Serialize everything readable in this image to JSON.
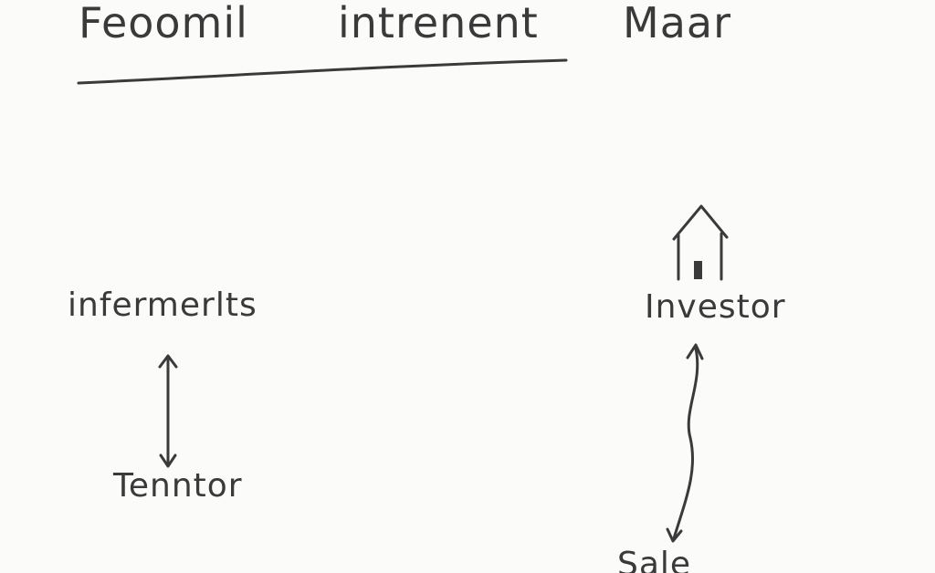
{
  "title": {
    "words": [
      "Feoomil",
      "intrenent",
      "Maar"
    ]
  },
  "nodes": {
    "left_top": "infermerlts",
    "left_bottom": "Tenntor",
    "right_top": "Investor",
    "right_bottom": "Sale"
  },
  "icons": {
    "house": "house-icon"
  },
  "colors": {
    "ink": "#3a3a3a",
    "paper": "#fbfbf9"
  }
}
